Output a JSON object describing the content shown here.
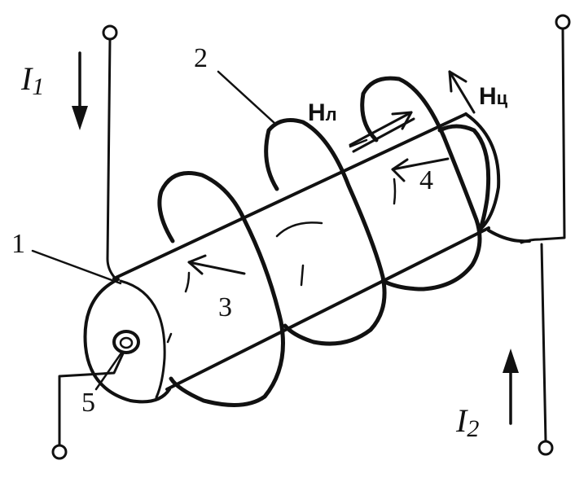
{
  "labels": {
    "n1": "1",
    "n2": "2",
    "n3": "3",
    "n4": "4",
    "n5": "5",
    "current1_main": "I",
    "current1_sub": "1",
    "current2_main": "I",
    "current2_sub": "2",
    "field_long_main": "H",
    "field_long_sub": "л",
    "field_circ_main": "H",
    "field_circ_sub": "ц"
  },
  "colors": {
    "ink": "#111111",
    "background": "#ffffff"
  }
}
